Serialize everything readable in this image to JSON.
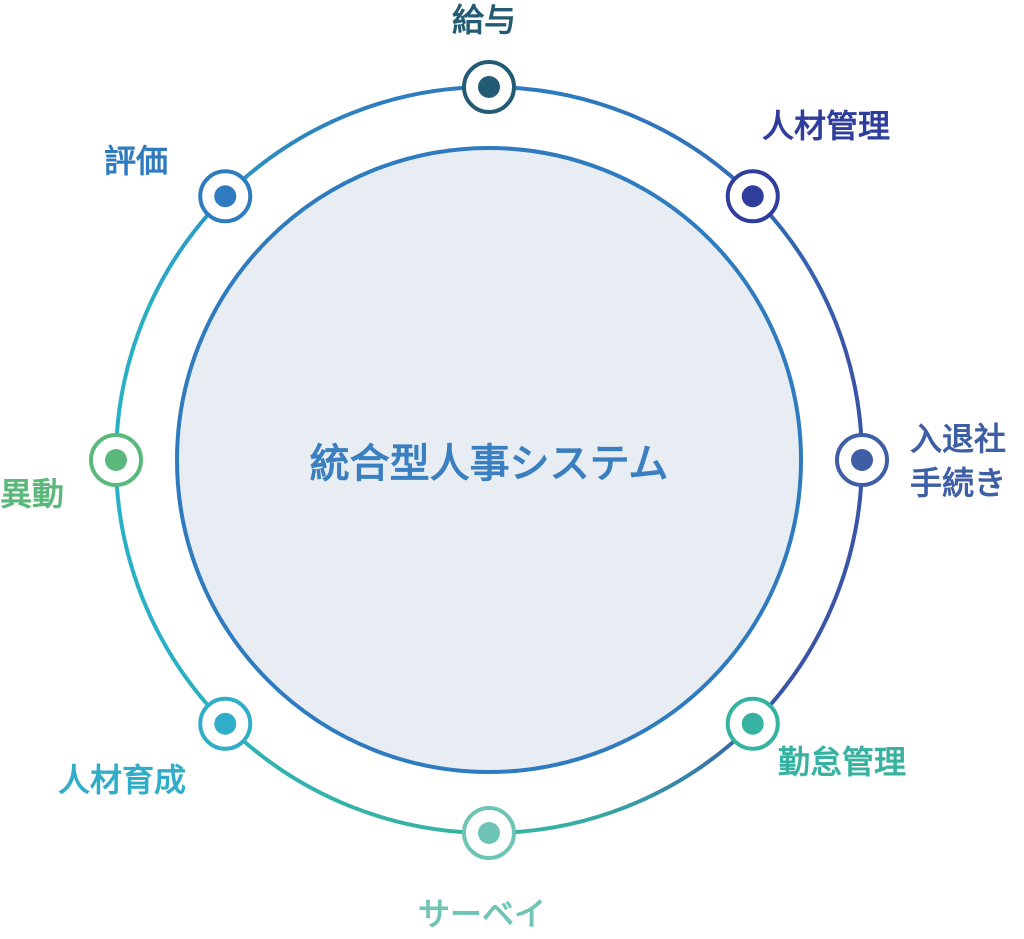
{
  "center": {
    "title": "統合型人事システム",
    "title_color": "#3a7fc0",
    "fill_color": "#e8edf3",
    "stroke_color": "#2e7bbf"
  },
  "nodes": [
    {
      "id": "kyuyo",
      "label": "給与",
      "color": "#245b74"
    },
    {
      "id": "jinzai-kanri",
      "label": "人材管理",
      "color": "#2f3d9c"
    },
    {
      "id": "nyutaisha",
      "label": "入退社\n手続き",
      "color": "#3e5ea6"
    },
    {
      "id": "kintai-kanri",
      "label": "勤怠管理",
      "color": "#36b3a0"
    },
    {
      "id": "survey",
      "label": "サーベイ",
      "color": "#6ec4b5"
    },
    {
      "id": "jinzai-ikusei",
      "label": "人材育成",
      "color": "#30adc9"
    },
    {
      "id": "ido",
      "label": "異動",
      "color": "#5bb87b"
    },
    {
      "id": "hyoka",
      "label": "評価",
      "color": "#2e7bbf"
    }
  ],
  "ring_colors": {
    "blue": "#2e7bbf",
    "navy": "#3a55a8",
    "teal": "#35b3a3",
    "cyan": "#29b0c6"
  }
}
